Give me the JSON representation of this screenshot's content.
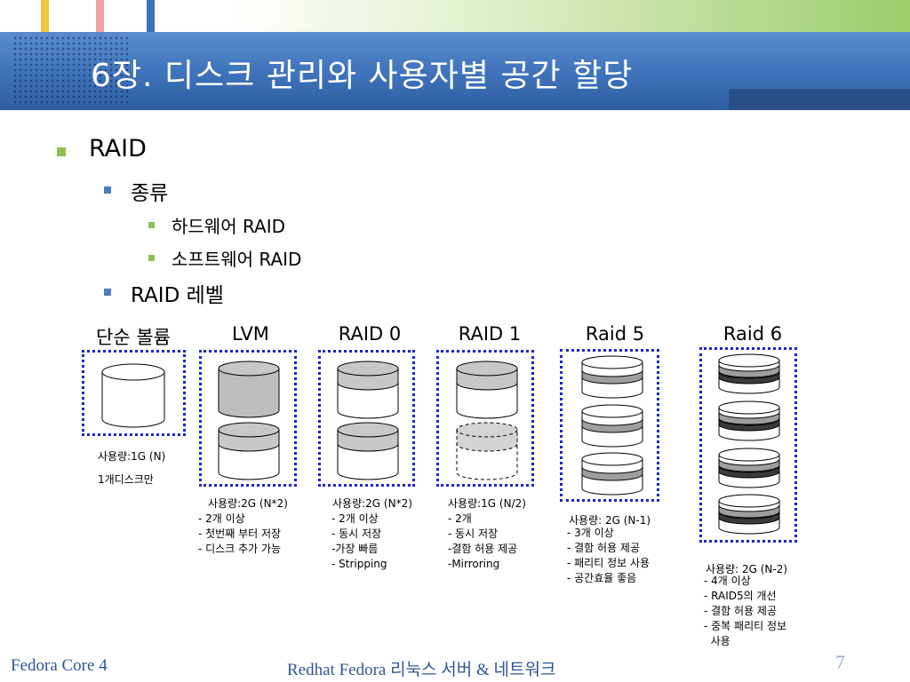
{
  "slide": {
    "title": "6장. 디스크 관리와 사용자별 공간 할당",
    "page_number": "7",
    "colors": {
      "band": "#3e72b9",
      "bullet_green": "#8cc152",
      "bullet_blue": "#4a7dc4",
      "dotted_border": "#1c24c8",
      "footer_text": "#2f5597"
    }
  },
  "outline": {
    "level1": "RAID",
    "types_heading": "종류",
    "types": [
      "하드웨어 RAID",
      "소프트웨어 RAID"
    ],
    "levels_heading": "RAID 레벨"
  },
  "diagram": {
    "simple": {
      "label": "단순 볼륨",
      "usage": "사용량:1G (N)",
      "notes": [
        "1개디스크만"
      ]
    },
    "lvm": {
      "label": "LVM",
      "usage": "사용량:2G (N*2)",
      "notes": [
        "- 2개 이상",
        "- 첫번째 부터 저장",
        "- 디스크 추가 가능"
      ]
    },
    "raid0": {
      "label": "RAID 0",
      "usage": "사용량:2G (N*2)",
      "notes": [
        "- 2개 이상",
        "- 동시 저장",
        "-가장 빠름",
        "- Stripping"
      ]
    },
    "raid1": {
      "label": "RAID 1",
      "usage": "사용량:1G (N/2)",
      "notes": [
        "- 2개",
        "- 동시 저장",
        "-결함 허용 제공",
        "-Mirroring"
      ]
    },
    "raid5": {
      "label": "Raid 5",
      "usage": "사용량: 2G (N-1)",
      "notes": [
        "- 3개 이상",
        "- 결함 허용 제공",
        "- 패리티 정보 사용",
        "- 공간효율 좋음"
      ]
    },
    "raid6": {
      "label": "Raid 6",
      "usage": "사용량: 2G (N-2)",
      "notes": [
        "- 4개 이상",
        "- RAID5의 개선",
        "- 결함 허용 제공",
        "- 중복 패리티 정보",
        "  사용"
      ]
    }
  },
  "footer": {
    "left": "Fedora Core 4",
    "center": "Redhat Fedora 리눅스 서버 & 네트워크"
  }
}
